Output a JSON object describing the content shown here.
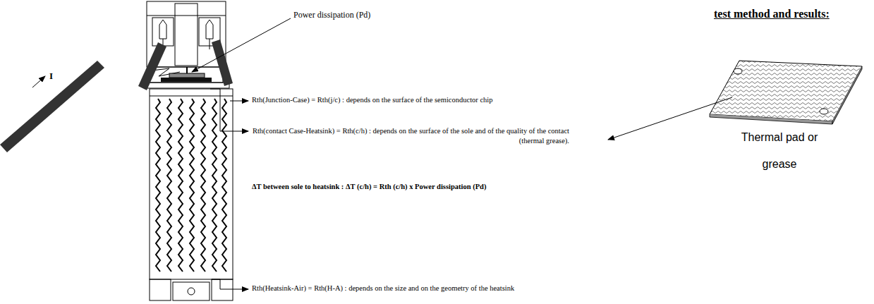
{
  "diagram": {
    "title": "test method and results:",
    "labels": [
      "Power dissipation (Pd)",
      "Rth(Junction-Case) = Rth(j/c) : depends on the surface of the semiconductor chip",
      "Rth(contact Case-Heatsink) = Rth(c/h) :  depends on the surface of the sole and of the quality of the contact (thermal grease).",
      "ΔT between sole to heatsink : ΔT (c/h) = Rth (c/h) x Power dissipation (Pd)",
      "Rth(Heatsink-Air) = Rth(H-A) :  depends on the size and on the geometry of the heatsink",
      "Thermal pad or grease",
      "I"
    ]
  }
}
